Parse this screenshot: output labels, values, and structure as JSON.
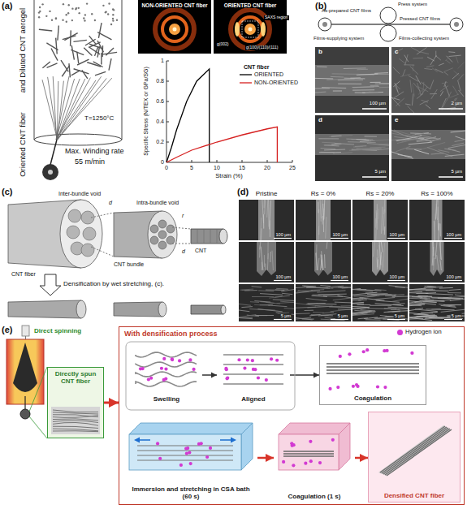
{
  "diagram": {
    "nodes": [
      {
        "text": [
          "Directly spun CNT fiber"
        ]
      },
      {
        "text": [
          "With densification process"
        ]
      },
      {
        "text": [
          "Swelling"
        ],
        "in": 1
      },
      {
        "text": [
          "Aligned"
        ],
        "in": 1
      },
      {
        "text": [
          "Coagulation"
        ],
        "in": 1
      },
      {
        "text": [
          "Immersion and stretching in CSA bath (60 s)"
        ],
        "in": 1
      },
      {
        "text": [
          "Coagulation (1 s)"
        ],
        "in": 1
      },
      {
        "text": [
          "Densified CNT fiber"
        ],
        "in": 1
      }
    ],
    "edges": [
      {
        "from": 0,
        "to": 1,
        "arrow": "to"
      },
      {
        "from": 2,
        "to": 3,
        "arrow": "to"
      },
      {
        "from": 3,
        "to": 4,
        "arrow": "to"
      },
      {
        "from": 5,
        "to": 6,
        "arrow": "to"
      },
      {
        "from": 6,
        "to": 7,
        "arrow": "to"
      }
    ],
    "labels": [
      "(a)",
      "Oriented CNT fiber",
      "and Diluted CNT aerogel",
      "T=1250°C",
      "Max. Winding rate",
      "55 m/min",
      "NON-ORIENTED CNT fiber",
      "ORIENTED CNT fiber",
      "SAXS region",
      "g(002)",
      "g(100)/(110)/(111)",
      "Specific Stress (N/TEX or GPa/SG)",
      "Strain (%)",
      "0",
      "5",
      "10",
      "15",
      "20",
      "25",
      "0",
      "0.2",
      "0.4",
      "0.6",
      "0.8",
      "1",
      "CNT fiber",
      "(b)",
      "Press system",
      "Films-supplying system",
      "As-prepared CNT films",
      "Pressed CNT films",
      "Films-collecting system",
      "b",
      "100 µm",
      "c",
      "2 µm",
      "d",
      "5 µm",
      "e",
      "5 µm",
      "(c)",
      "Inter-bundle void",
      "Intra-bundle void",
      "CNT fiber",
      "CNT bundle",
      "CNT",
      "r",
      "d",
      "d",
      "Densification by wet stretching, (c).",
      "(d)",
      "Pristine",
      "Rs = 0%",
      "Rs = 20%",
      "Rs = 100%",
      "100 µm",
      "100 µm",
      "100 µm",
      "100 µm",
      "100 µm",
      "100 µm",
      "100 µm",
      "100 µm",
      "5 µm",
      "5 µm",
      "5 µm",
      "5 µm",
      "(e)",
      "Direct spinning"
    ],
    "legend": [
      {
        "text": "ORIENTED"
      },
      {
        "text": "NON-ORIENTED"
      },
      {
        "text": "Hydrogen ion",
        "color": "#d23ad2"
      }
    ]
  }
}
